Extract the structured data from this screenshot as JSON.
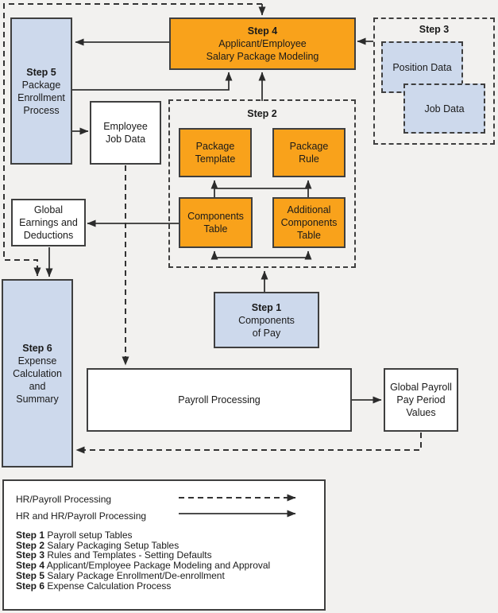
{
  "colors": {
    "node_orange": "#f9a21b",
    "node_blue": "#cdd9ec",
    "node_border": "#3f3f3f",
    "connector": "#333333",
    "background": "#f2f1ef"
  },
  "nodes": {
    "step5": {
      "title": "Step 5",
      "body": "Package\nEnrollment\nProcess"
    },
    "step4": {
      "title": "Step 4",
      "body": "Applicant/Employee\nSalary Package Modeling"
    },
    "step3_group": {
      "title": "Step 3",
      "position_data": "Position Data",
      "job_data": "Job Data"
    },
    "step2_group": {
      "title": "Step 2",
      "package_template": "Package\nTemplate",
      "package_rule": "Package\nRule",
      "components_table": "Components\nTable",
      "additional_components_table": "Additional\nComponents\nTable"
    },
    "step1": {
      "title": "Step 1",
      "body": "Components\nof Pay"
    },
    "step6": {
      "title": "Step 6",
      "body": "Expense\nCalculation\nand\nSummary"
    },
    "employee_job_data": "Employee\nJob Data",
    "global_earnings_deductions": "Global\nEarnings and\nDeductions",
    "payroll_processing": "Payroll Processing",
    "global_payroll_pay_period_values": "Global Payroll\nPay Period\nValues"
  },
  "legend": {
    "flows": [
      {
        "label": "HR/Payroll Processing",
        "style": "dashed"
      },
      {
        "label": "HR and HR/Payroll Processing",
        "style": "solid"
      }
    ],
    "steps": [
      {
        "step": "Step 1",
        "desc": " Payroll setup Tables"
      },
      {
        "step": "Step 2",
        "desc": " Salary Packaging Setup Tables"
      },
      {
        "step": "Step 3",
        "desc": " Rules and Templates - Setting Defaults"
      },
      {
        "step": "Step 4",
        "desc": " Applicant/Employee Package Modeling and Approval"
      },
      {
        "step": "Step 5",
        "desc": " Salary Package Enrollment/De-enrollment"
      },
      {
        "step": "Step 6",
        "desc": " Expense Calculation Process"
      }
    ]
  }
}
